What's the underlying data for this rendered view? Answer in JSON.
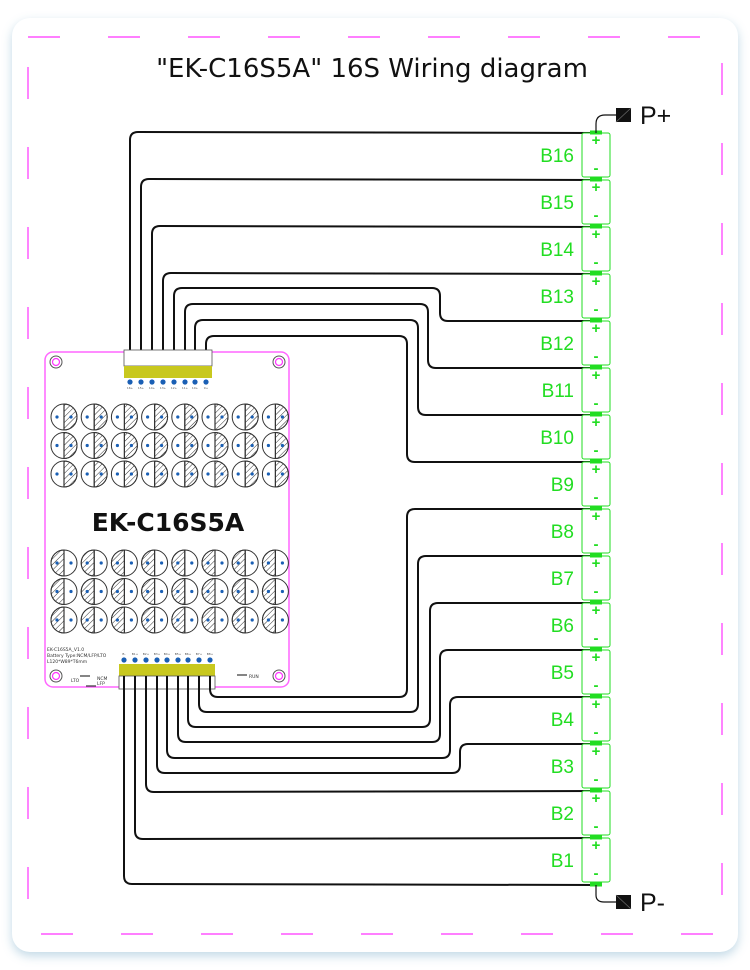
{
  "title": "\"EK-C16S5A\"  16S Wiring diagram",
  "colors": {
    "frame_dash": "#ff33ff",
    "board_outline": "#ff66ff",
    "cell": "#22dd22",
    "wire": "#111111",
    "connector": "#c8c81e",
    "pin": "#1a5fb4"
  },
  "board": {
    "name": "EK-C16S5A",
    "info_lines": [
      "EK-C16S5A_V1.0",
      "Battery Type:NCM/LFP/LTO",
      "L120*W89*T6mm"
    ],
    "top_connector_pins": [
      "16+",
      "15+",
      "14+",
      "13+",
      "12+",
      "11+",
      "10+",
      "9+"
    ],
    "bottom_connector_pins": [
      "B-",
      "B1+",
      "B2+",
      "B3+",
      "B4+",
      "B5+",
      "B6+",
      "B7+",
      "B8+"
    ],
    "switch_labels": {
      "lto": "LTO",
      "ncm_lfp": "NCM\nLFP",
      "ncm": "NCM",
      "lfp": "LFP",
      "run": "RUN"
    }
  },
  "cells": [
    "B16",
    "B15",
    "B14",
    "B13",
    "B12",
    "B11",
    "B10",
    "B9",
    "B8",
    "B7",
    "B6",
    "B5",
    "B4",
    "B3",
    "B2",
    "B1"
  ],
  "cell_signs": {
    "plus": "+",
    "minus": "-"
  },
  "terminals": {
    "positive": "P+",
    "negative": "P-"
  }
}
